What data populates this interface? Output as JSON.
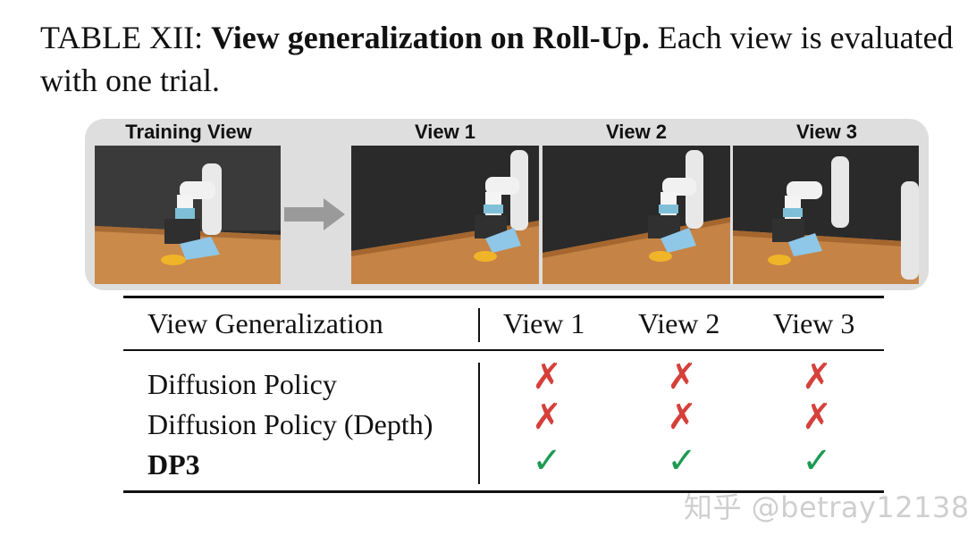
{
  "caption": {
    "label": "TABLE XII:",
    "bold": "View generalization on Roll-Up.",
    "rest": "Each view is evaluated with one trial."
  },
  "figure": {
    "training_title": "Training View",
    "view_titles": [
      "View 1",
      "View 2",
      "View 3"
    ]
  },
  "table": {
    "header": [
      "View Generalization",
      "View 1",
      "View 2",
      "View 3"
    ],
    "rows": [
      {
        "method": "Diffusion Policy",
        "results": [
          "✗",
          "✗",
          "✗"
        ]
      },
      {
        "method": "Diffusion Policy (Depth)",
        "results": [
          "✗",
          "✗",
          "✗"
        ]
      },
      {
        "method": "DP3",
        "results": [
          "✓",
          "✓",
          "✓"
        ]
      }
    ]
  },
  "colors": {
    "cross": "#d6403a",
    "check": "#1f9a52"
  },
  "watermark": "知乎 @betray12138"
}
